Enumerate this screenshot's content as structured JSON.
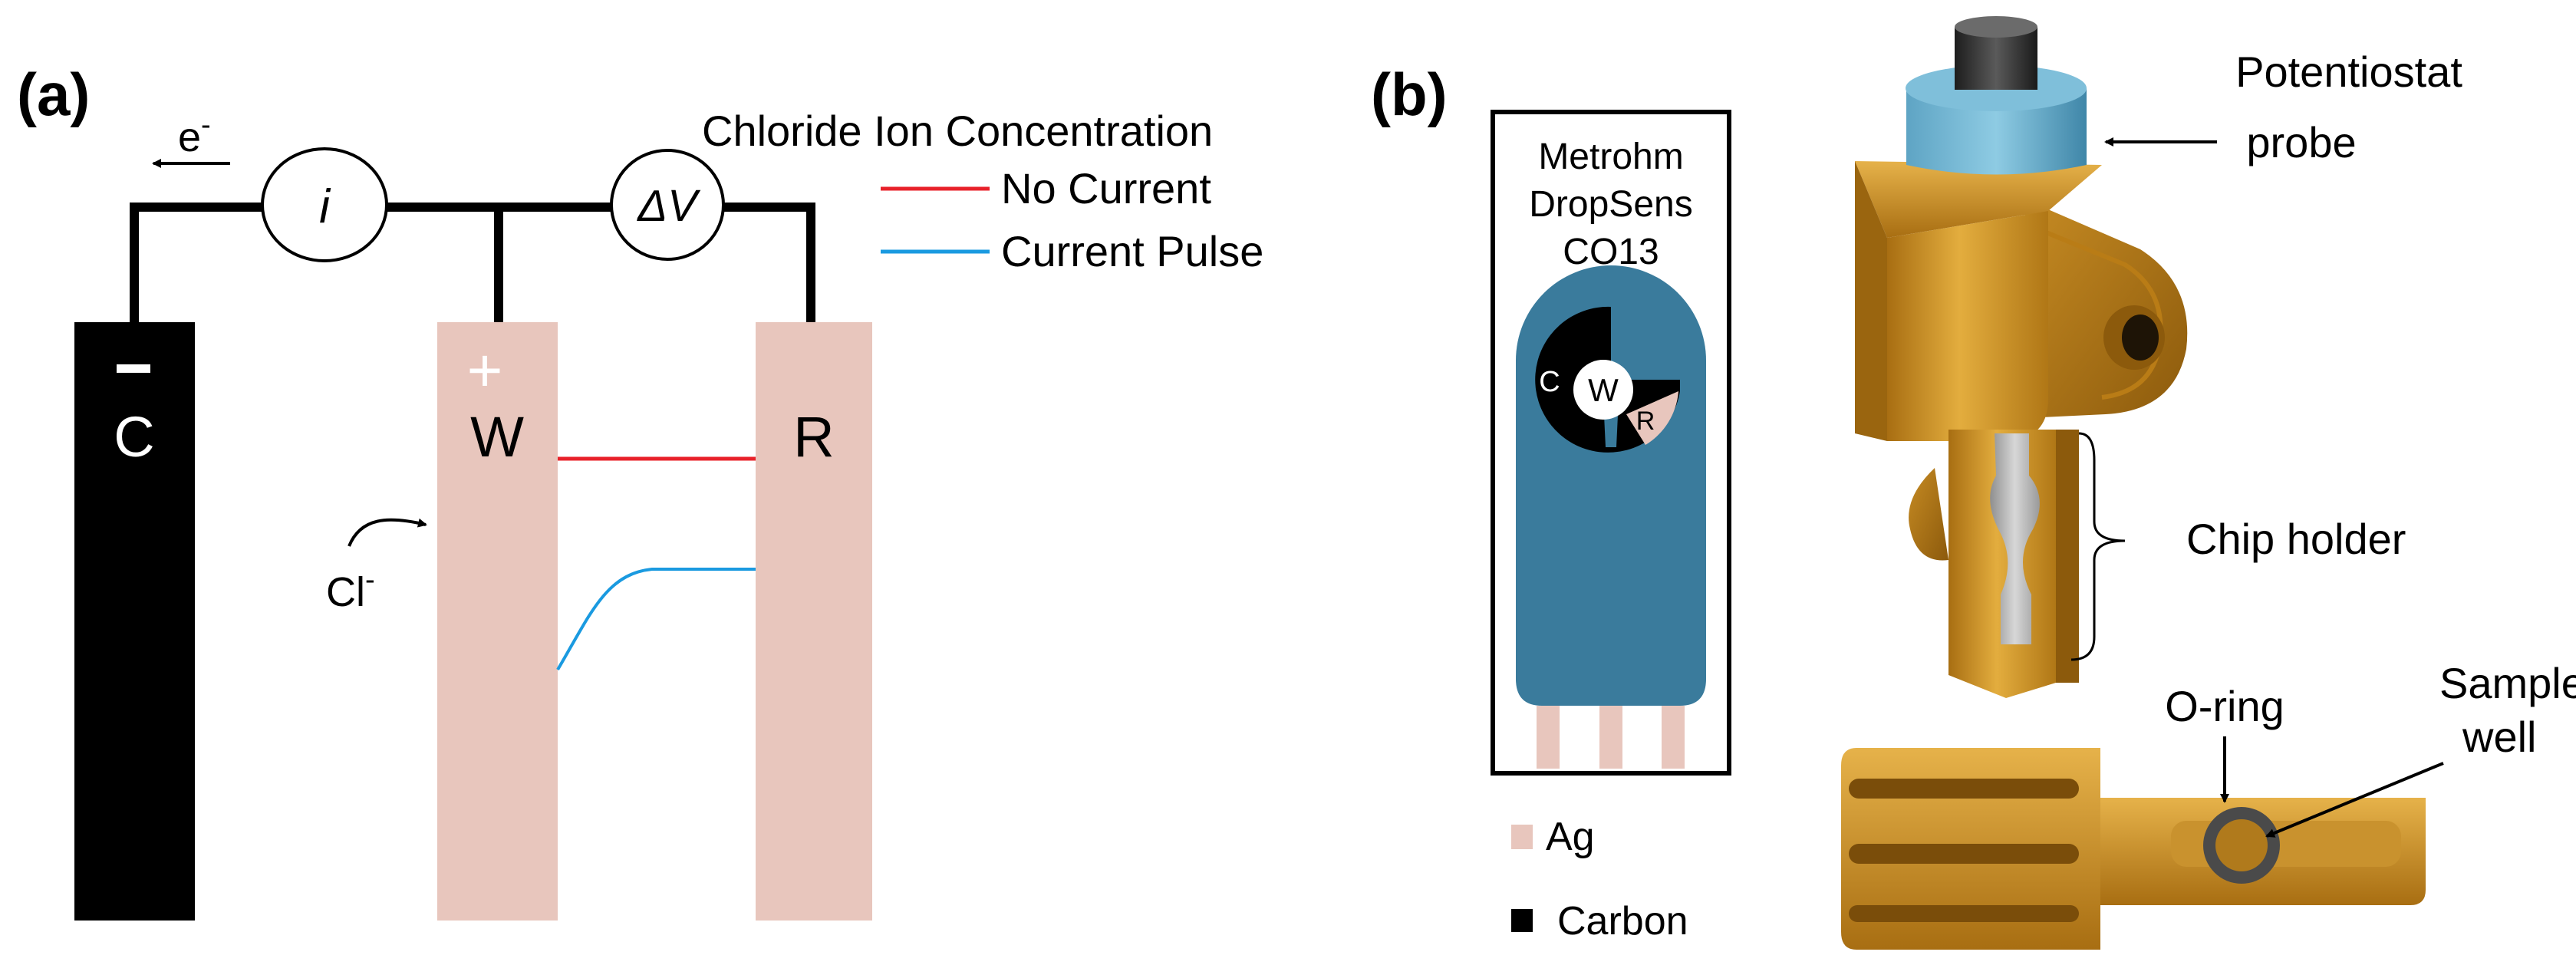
{
  "panels": {
    "a": {
      "label": "(a)",
      "electron": "e",
      "electron_sup": "-",
      "current_symbol": "i",
      "voltage_symbol": "ΔV",
      "legend_title": "Chloride Ion Concentration",
      "legend_items": [
        {
          "label": "No Current",
          "color": "#e8212a"
        },
        {
          "label": "Current Pulse",
          "color": "#1a9ae0"
        }
      ],
      "electrodes": {
        "counter": {
          "sign": "–",
          "label": "C",
          "color": "#000000"
        },
        "working": {
          "sign": "+",
          "label": "W",
          "color": "#e8c6bd"
        },
        "reference": {
          "label": "R",
          "color": "#e8c6bd"
        }
      },
      "ion": "Cl",
      "ion_sup": "-"
    },
    "b": {
      "label": "(b)",
      "chip_title": [
        "Metrohm",
        "DropSens",
        "CO13"
      ],
      "chip_electrodes": {
        "c": "C",
        "w": "W",
        "r": "R"
      },
      "chip_color": "#3a7b9c",
      "key": [
        {
          "label": "Ag",
          "color": "#e8c6bd"
        },
        {
          "label": "Carbon",
          "color": "#000000"
        }
      ],
      "annotations": {
        "probe": [
          "Potentiostat",
          "probe"
        ],
        "holder": "Chip holder",
        "oring": "O-ring",
        "well": [
          "Sample",
          "well"
        ]
      },
      "holder_color": "#d79c2c"
    }
  }
}
